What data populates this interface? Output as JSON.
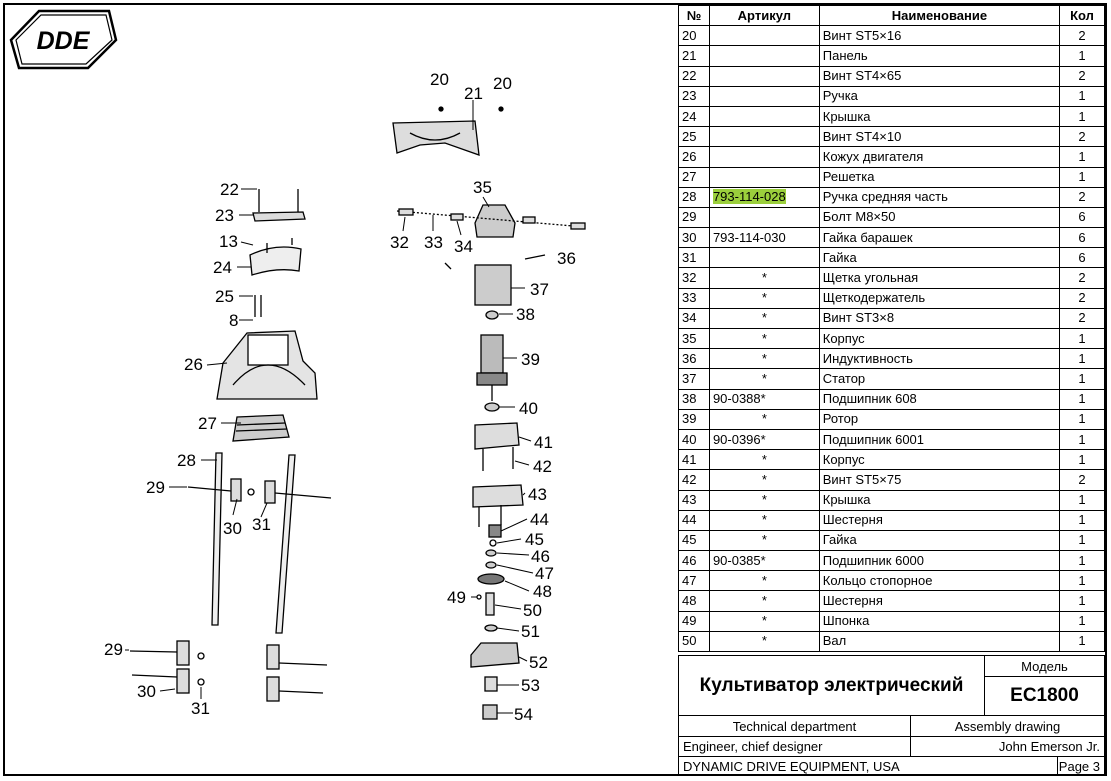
{
  "brand": {
    "logo_text": "DDE"
  },
  "drawing": {
    "callouts": [
      "20",
      "21",
      "20",
      "22",
      "23",
      "13",
      "24",
      "25",
      "8",
      "26",
      "27",
      "28",
      "29",
      "30",
      "31",
      "29",
      "30",
      "31",
      "32",
      "33",
      "34",
      "35",
      "36",
      "37",
      "38",
      "39",
      "40",
      "41",
      "42",
      "43",
      "44",
      "45",
      "46",
      "47",
      "48",
      "49",
      "50",
      "51",
      "52",
      "53",
      "54"
    ]
  },
  "parts_table": {
    "headers": {
      "num": "№",
      "article": "Артикул",
      "name": "Наименование",
      "qty": "Кол"
    },
    "rows": [
      {
        "num": "20",
        "article": "",
        "name": "Винт ST5×16",
        "qty": "2"
      },
      {
        "num": "21",
        "article": "",
        "name": "Панель",
        "qty": "1"
      },
      {
        "num": "22",
        "article": "",
        "name": "Винт ST4×65",
        "qty": "2"
      },
      {
        "num": "23",
        "article": "",
        "name": "Ручка",
        "qty": "1"
      },
      {
        "num": "24",
        "article": "",
        "name": "Крышка",
        "qty": "1"
      },
      {
        "num": "25",
        "article": "",
        "name": "Винт ST4×10",
        "qty": "2"
      },
      {
        "num": "26",
        "article": "",
        "name": "Кожух двигателя",
        "qty": "1"
      },
      {
        "num": "27",
        "article": "",
        "name": "Решетка",
        "qty": "1"
      },
      {
        "num": "28",
        "article": "793-114-028",
        "name": "Ручка средняя часть",
        "qty": "2",
        "highlight": true
      },
      {
        "num": "29",
        "article": "",
        "name": "Болт M8×50",
        "qty": "6"
      },
      {
        "num": "30",
        "article": "793-114-030",
        "name": "Гайка барашек",
        "qty": "6"
      },
      {
        "num": "31",
        "article": "",
        "name": "Гайка",
        "qty": "6"
      },
      {
        "num": "32",
        "article": "*",
        "name": "Щетка угольная",
        "qty": "2"
      },
      {
        "num": "33",
        "article": "*",
        "name": "Щеткодержатель",
        "qty": "2"
      },
      {
        "num": "34",
        "article": "*",
        "name": "Винт ST3×8",
        "qty": "2"
      },
      {
        "num": "35",
        "article": "*",
        "name": "Корпус",
        "qty": "1"
      },
      {
        "num": "36",
        "article": "*",
        "name": "Индуктивность",
        "qty": "1"
      },
      {
        "num": "37",
        "article": "*",
        "name": "Статор",
        "qty": "1"
      },
      {
        "num": "38",
        "article": "90-0388*",
        "name": "Подшипник 608",
        "qty": "1"
      },
      {
        "num": "39",
        "article": "*",
        "name": "Ротор",
        "qty": "1"
      },
      {
        "num": "40",
        "article": "90-0396*",
        "name": "Подшипник 6001",
        "qty": "1"
      },
      {
        "num": "41",
        "article": "*",
        "name": "Корпус",
        "qty": "1"
      },
      {
        "num": "42",
        "article": "*",
        "name": "Винт ST5×75",
        "qty": "2"
      },
      {
        "num": "43",
        "article": "*",
        "name": "Крышка",
        "qty": "1"
      },
      {
        "num": "44",
        "article": "*",
        "name": "Шестерня",
        "qty": "1"
      },
      {
        "num": "45",
        "article": "*",
        "name": "Гайка",
        "qty": "1"
      },
      {
        "num": "46",
        "article": "90-0385*",
        "name": "Подшипник 6000",
        "qty": "1"
      },
      {
        "num": "47",
        "article": "*",
        "name": "Кольцо стопорное",
        "qty": "1"
      },
      {
        "num": "48",
        "article": "*",
        "name": "Шестерня",
        "qty": "1"
      },
      {
        "num": "49",
        "article": "*",
        "name": "Шпонка",
        "qty": "1"
      },
      {
        "num": "50",
        "article": "*",
        "name": "Вал",
        "qty": "1"
      }
    ],
    "highlight_color": "#9bcf3c"
  },
  "title_block": {
    "title": "Культиватор электрический",
    "model_label": "Модель",
    "model_value": "EC1800",
    "department": "Technical department",
    "doc_type": "Assembly drawing",
    "role": "Engineer, chief designer",
    "person": "John Emerson Jr.",
    "company": "DYNAMIC DRIVE EQUIPMENT, USA",
    "page": "Page 3"
  }
}
